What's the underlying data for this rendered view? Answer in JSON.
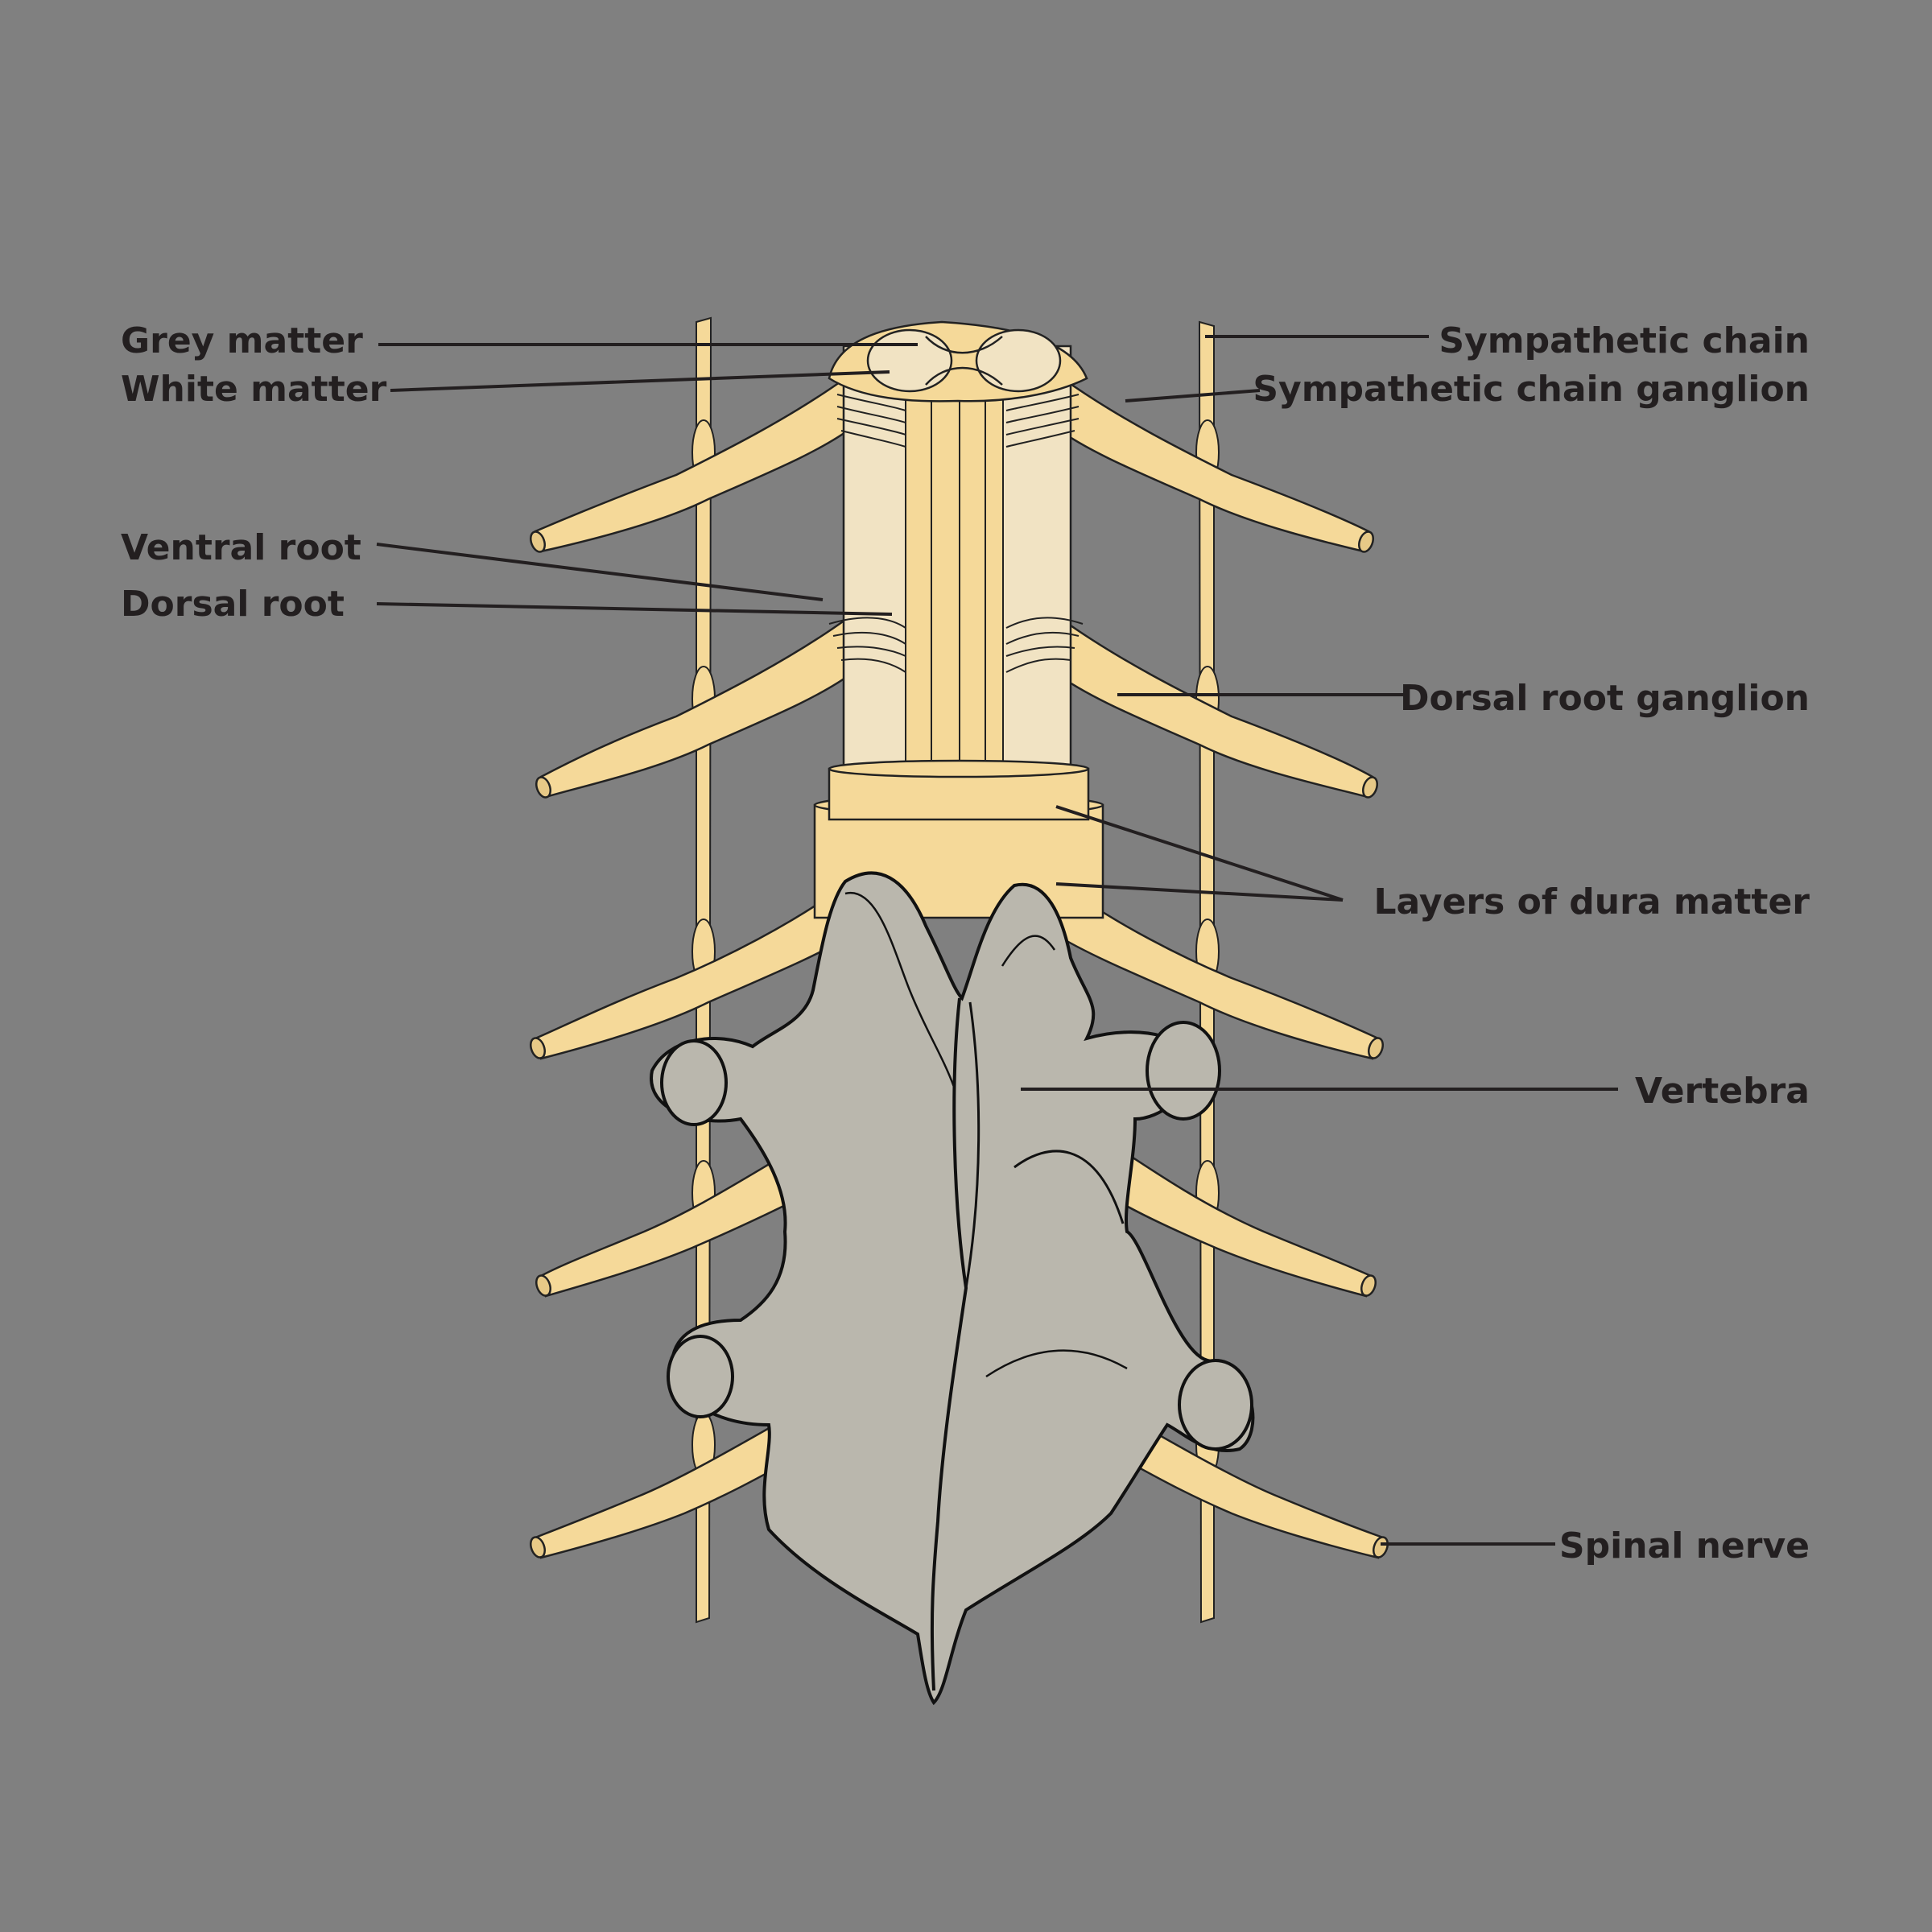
{
  "diagram": {
    "labels": {
      "grey_matter": "Grey matter",
      "white_matter": "White matter",
      "ventral_root": "Ventral root",
      "dorsal_root": "Dorsal root",
      "sympathetic_chain": "Sympathetic chain",
      "sympathetic_chain_ganglion": "Sympathetic chain ganglion",
      "dorsal_root_ganglion": "Dorsal root ganglion",
      "layers_of_dura_matter": "Layers of dura matter",
      "vertebra": "Vertebra",
      "spinal_nerve": "Spinal nerve"
    },
    "colors": {
      "background": "#808080",
      "nerve": "#f5d999",
      "cord_white": "#f1e3c3",
      "bone": "#bab7ad",
      "outline": "#111111",
      "label_text": "#231f20"
    }
  }
}
